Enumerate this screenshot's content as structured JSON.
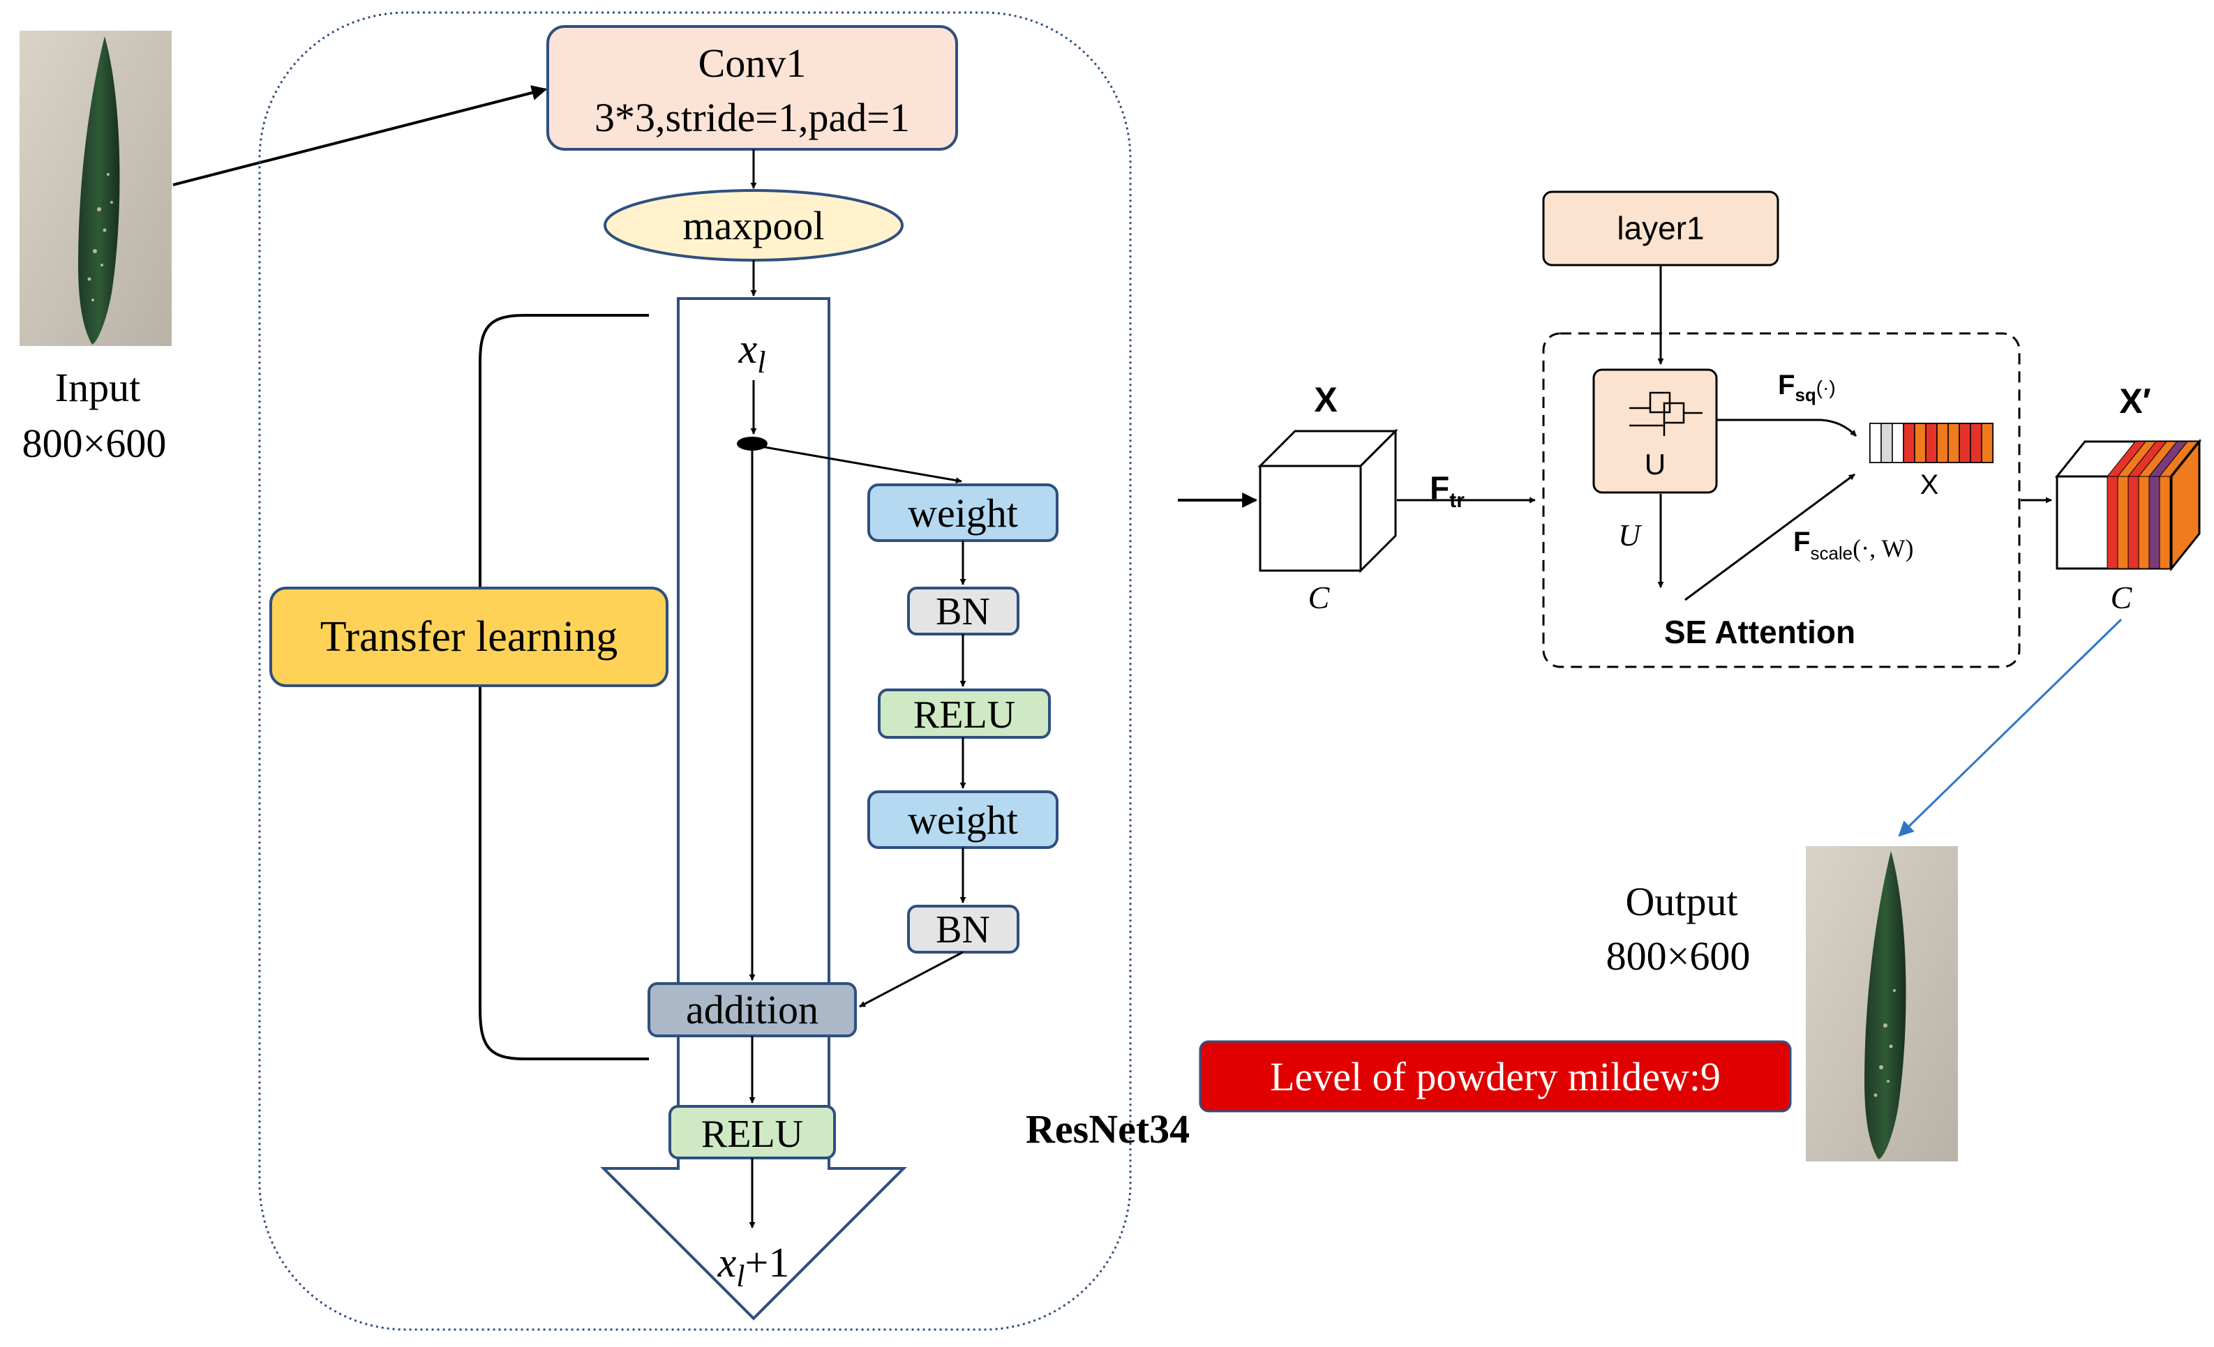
{
  "input": {
    "label": "Input",
    "size": "800×600"
  },
  "output": {
    "label": "Output",
    "size": "800×600",
    "result": "Level of powdery mildew:9"
  },
  "resnet": {
    "title": "ResNet34",
    "conv1_line1": "Conv1",
    "conv1_line2": "3*3,stride=1,pad=1",
    "maxpool": "maxpool",
    "x_in_main": "x",
    "x_in_sub": "l",
    "x_out_main": "x",
    "x_out_sub": "l",
    "x_out_suffix": "+1",
    "weight1": "weight",
    "bn1": "BN",
    "relu1": "RELU",
    "weight2": "weight",
    "bn2": "BN",
    "addition": "addition",
    "relu_out": "RELU",
    "transfer": "Transfer learning"
  },
  "se": {
    "layer1": "layer1",
    "x_label": "X",
    "x_prime_label": "X′",
    "c_label": "C",
    "c_prime_label": "C",
    "ftr_main": "F",
    "ftr_sub": "tr",
    "fsq_main": "F",
    "fsq_sub": "sq",
    "fsq_arg": "(·)",
    "fscale_main": "F",
    "fscale_sub": "scale",
    "fscale_arg": "(·, W)",
    "u_box": "U",
    "u_side": "U",
    "x_small": "X",
    "title": "SE Attention"
  },
  "colors": {
    "conv1_fill": "#fbe3d6",
    "maxpool_fill": "#fff2cc",
    "weight_fill": "#b4d9f0",
    "bn_fill": "#e4e4e4",
    "relu_fill": "#cfe9c5",
    "addition_fill": "#aab8c8",
    "transfer_fill": "#fdd257",
    "layer1_fill": "#fbe3d0",
    "u_fill": "#fbe3d0",
    "result_fill": "#e00000",
    "link_blue": "#2e75c5",
    "bar_orange": "#f07a1e",
    "bar_red": "#e5332a",
    "bar_purple": "#7a3b7a"
  }
}
